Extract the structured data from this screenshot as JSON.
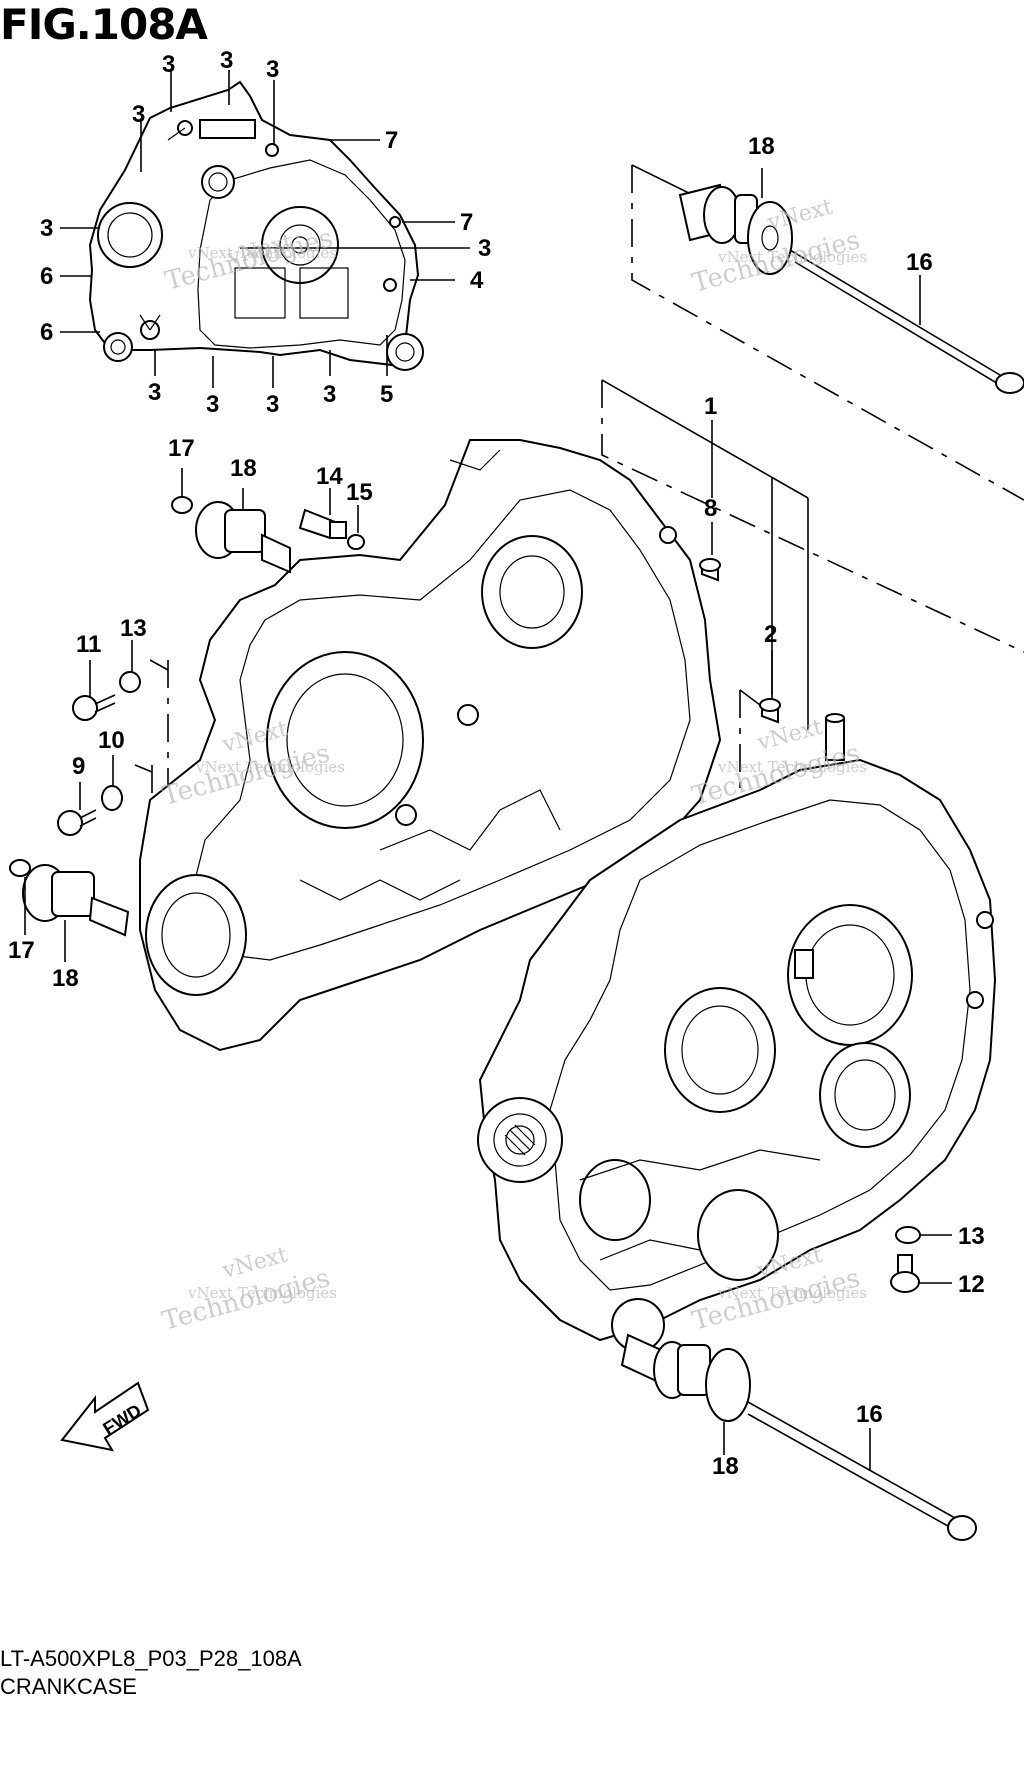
{
  "figure": {
    "title": "FIG.108A",
    "code": "LT-A500XPL8_P03_P28_108A",
    "name": "CRANKCASE",
    "fwd_label": "FWD"
  },
  "watermark": {
    "line1": "vNext",
    "line2": "vNext Technologies",
    "line3": "Technologies"
  },
  "callouts": [
    {
      "id": "c1",
      "label": "3"
    },
    {
      "id": "c2",
      "label": "3"
    },
    {
      "id": "c3",
      "label": "3"
    },
    {
      "id": "c4",
      "label": "3"
    },
    {
      "id": "c5",
      "label": "7"
    },
    {
      "id": "c6",
      "label": "3"
    },
    {
      "id": "c7",
      "label": "7"
    },
    {
      "id": "c8",
      "label": "3"
    },
    {
      "id": "c9",
      "label": "6"
    },
    {
      "id": "c10",
      "label": "4"
    },
    {
      "id": "c11",
      "label": "6"
    },
    {
      "id": "c12",
      "label": "3"
    },
    {
      "id": "c13",
      "label": "3"
    },
    {
      "id": "c14",
      "label": "3"
    },
    {
      "id": "c15",
      "label": "3"
    },
    {
      "id": "c16",
      "label": "5"
    },
    {
      "id": "c17",
      "label": "18"
    },
    {
      "id": "c18",
      "label": "16"
    },
    {
      "id": "c19",
      "label": "1"
    },
    {
      "id": "c20",
      "label": "8"
    },
    {
      "id": "c21",
      "label": "17"
    },
    {
      "id": "c22",
      "label": "18"
    },
    {
      "id": "c23",
      "label": "14"
    },
    {
      "id": "c24",
      "label": "15"
    },
    {
      "id": "c25",
      "label": "2"
    },
    {
      "id": "c26",
      "label": "11"
    },
    {
      "id": "c27",
      "label": "13"
    },
    {
      "id": "c28",
      "label": "10"
    },
    {
      "id": "c29",
      "label": "9"
    },
    {
      "id": "c30",
      "label": "17"
    },
    {
      "id": "c31",
      "label": "18"
    },
    {
      "id": "c32",
      "label": "13"
    },
    {
      "id": "c33",
      "label": "12"
    },
    {
      "id": "c34",
      "label": "16"
    },
    {
      "id": "c35",
      "label": "18"
    }
  ]
}
